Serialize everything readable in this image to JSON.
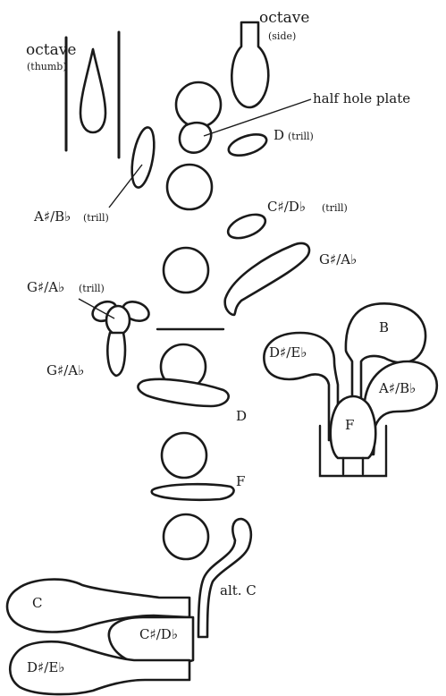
{
  "labels": {
    "octave_side_main": "octave",
    "octave_side_sub": "(side)",
    "octave_thumb_main": "octave",
    "octave_thumb_sub": "(thumb)",
    "half_hole_plate": "half hole plate",
    "d_trill_note": "D",
    "d_trill_sub": "(trill)",
    "asharp_bflat_trill_note": "A♯/B♭",
    "asharp_bflat_trill_sub": "(trill)",
    "csharp_dflat_trill_note": "C♯/D♭",
    "csharp_dflat_trill_sub": "(trill)",
    "gsharp_aflat_right": "G♯/A♭",
    "gsharp_aflat_trill_note": "G♯/A♭",
    "gsharp_aflat_trill_sub": "(trill)",
    "gsharp_aflat_left": "G♯/A♭",
    "b_key": "B",
    "dsharp_eflat_cluster": "D♯/E♭",
    "asharp_bflat_cluster": "A♯/B♭",
    "f_cluster": "F",
    "d_lower": "D",
    "f_lower": "F",
    "alt_c": "alt. C",
    "c_bottom": "C",
    "csharp_dflat_bottom": "C♯/D♭",
    "dsharp_eflat_bottom": "D♯/E♭"
  },
  "colors": {
    "ink": "#1a1a1a",
    "key_fill": "#ffffff",
    "paper": "#ffffff"
  }
}
